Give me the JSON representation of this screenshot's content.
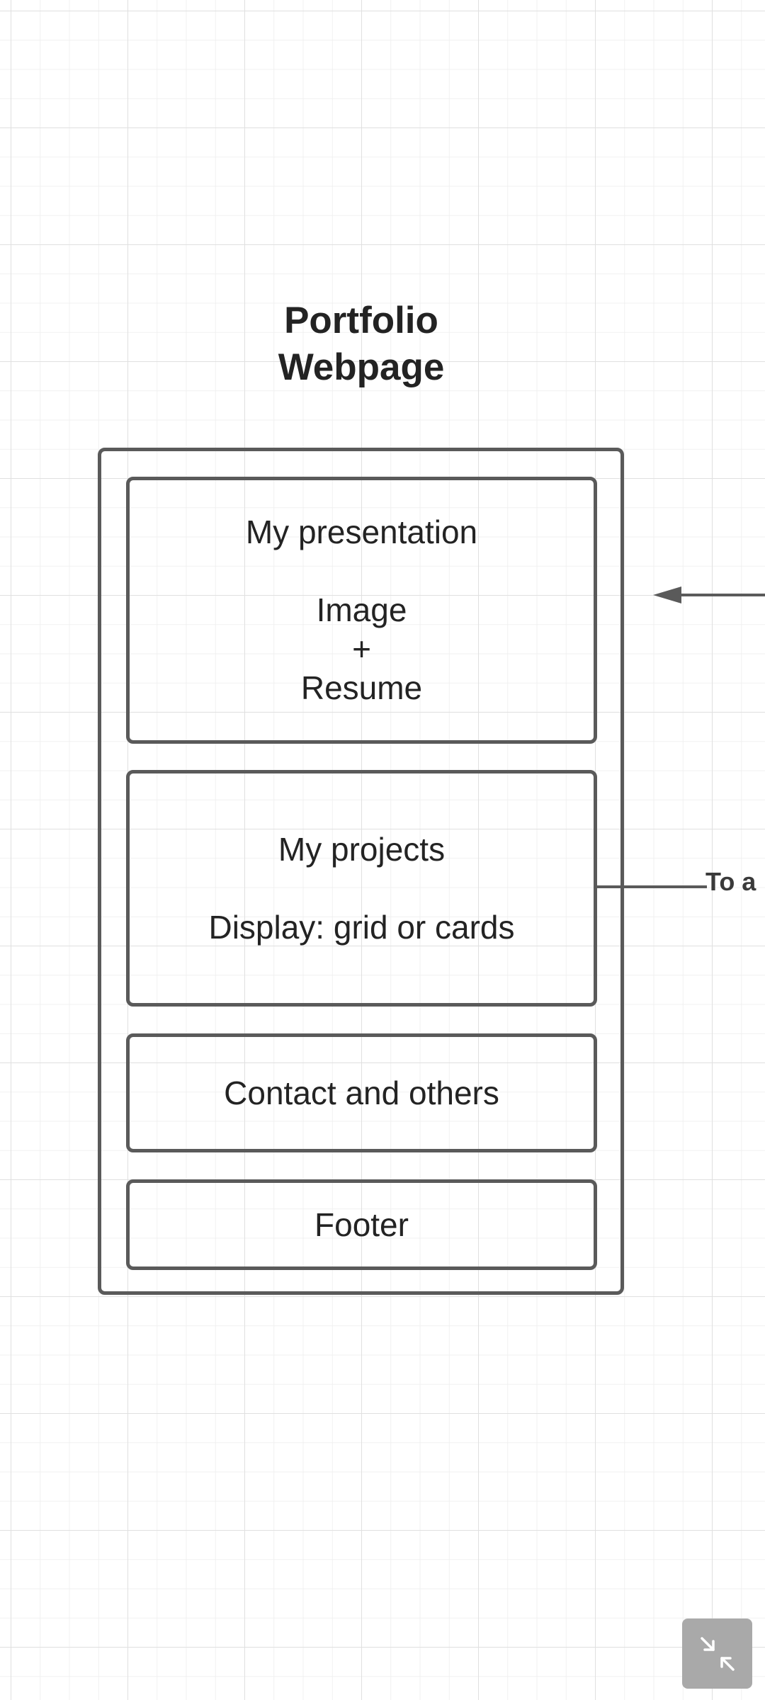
{
  "diagram": {
    "title_line1": "Portfolio",
    "title_line2": "Webpage",
    "sections": {
      "presentation": {
        "heading": "My presentation",
        "line1": "Image",
        "line2": "+",
        "line3": "Resume"
      },
      "projects": {
        "heading": "My projects",
        "line1": "Display: grid or cards"
      },
      "contact": {
        "heading": "Contact and others"
      },
      "footer": {
        "heading": "Footer"
      }
    },
    "connector_label": "To a"
  },
  "controls": {
    "zoom_button_icon": "minimize-arrows-icon"
  },
  "colors": {
    "stroke": "#5a5a5a",
    "text": "#232323",
    "grid": "#e0e0e0",
    "zoom_button_bg": "#a9a9a9"
  }
}
